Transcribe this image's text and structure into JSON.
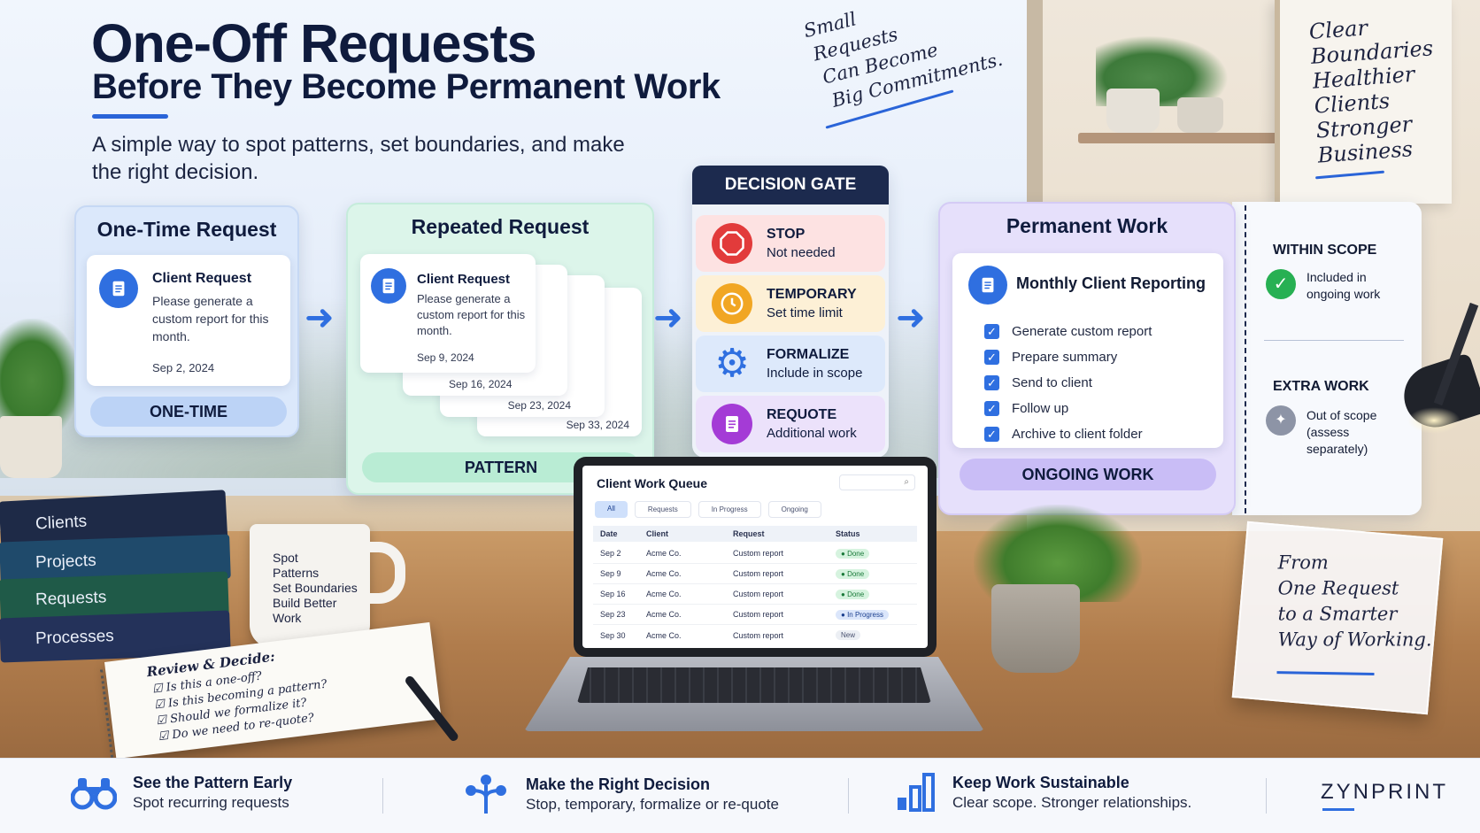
{
  "header": {
    "title": "One-Off Requests",
    "subtitle": "Before They Become Permanent Work",
    "lead": "A simple way to spot patterns, set boundaries, and make the right decision."
  },
  "notes": {
    "small_lines": [
      "Small",
      "Requests",
      "Can Become",
      "Big Commitments."
    ],
    "wall_lines": [
      "Clear",
      "Boundaries",
      "Healthier",
      "Clients",
      "Stronger",
      "Business"
    ]
  },
  "one_time": {
    "heading": "One-Time Request",
    "card_title": "Client Request",
    "card_body": "Please generate a custom report for this month.",
    "date": "Sep 2, 2024",
    "pill": "ONE-TIME"
  },
  "repeated": {
    "heading": "Repeated Request",
    "card_title": "Client Request",
    "card_body": "Please generate a custom report for this month.",
    "dates": [
      "Sep 9, 2024",
      "Sep 16, 2024",
      "Sep 23, 2024",
      "Sep 33, 2024"
    ],
    "pill": "PATTERN"
  },
  "gate": {
    "heading": "DECISION GATE",
    "options": [
      {
        "title": "STOP",
        "sub": "Not needed"
      },
      {
        "title": "TEMPORARY",
        "sub": "Set time limit"
      },
      {
        "title": "FORMALIZE",
        "sub": "Include in scope"
      },
      {
        "title": "REQUOTE",
        "sub": "Additional work"
      }
    ]
  },
  "permanent": {
    "heading": "Permanent Work",
    "card_title": "Monthly Client Reporting",
    "tasks": [
      "Generate custom report",
      "Prepare summary",
      "Send to client",
      "Follow up",
      "Archive to client folder"
    ],
    "pill": "ONGOING WORK"
  },
  "scope": {
    "within_title": "WITHIN SCOPE",
    "within_text": "Included in ongoing work",
    "extra_title": "EXTRA WORK",
    "extra_text": "Out of scope (assess separately)"
  },
  "queue": {
    "title": "Client Work Queue",
    "tabs": [
      "All",
      "Requests",
      "In Progress",
      "Ongoing"
    ],
    "columns": [
      "Date",
      "Client",
      "Request",
      "Status"
    ],
    "rows": [
      {
        "date": "Sep 2",
        "client": "Acme Co.",
        "request": "Custom report",
        "status": "Done"
      },
      {
        "date": "Sep 9",
        "client": "Acme Co.",
        "request": "Custom report",
        "status": "Done"
      },
      {
        "date": "Sep 16",
        "client": "Acme Co.",
        "request": "Custom report",
        "status": "Done"
      },
      {
        "date": "Sep 23",
        "client": "Acme Co.",
        "request": "Custom report",
        "status": "In Progress"
      },
      {
        "date": "Sep 30",
        "client": "Acme Co.",
        "request": "Custom report",
        "status": "New"
      }
    ]
  },
  "books": [
    "Clients",
    "Projects",
    "Requests",
    "Processes"
  ],
  "mug_lines": [
    "Spot",
    "Patterns",
    "Set Boundaries",
    "Build Better",
    "Work"
  ],
  "notebook": {
    "heading": "Review & Decide:",
    "items": [
      "Is this a one-off?",
      "Is this becoming a pattern?",
      "Should we formalize it?",
      "Do we need to re-quote?"
    ]
  },
  "stand_lines": [
    "From",
    "One Request",
    "to a Smarter",
    "Way of Working."
  ],
  "footer": {
    "items": [
      {
        "title": "See the Pattern Early",
        "sub": "Spot recurring requests",
        "icon": "binoculars-icon"
      },
      {
        "title": "Make the Right Decision",
        "sub": "Stop, temporary, formalize or re-quote",
        "icon": "decision-tree-icon"
      },
      {
        "title": "Keep Work Sustainable",
        "sub": "Clear scope. Stronger relationships.",
        "icon": "bar-chart-icon"
      }
    ],
    "brand": "ZYNPRINT"
  },
  "colors": {
    "accent": "#2f6fe0",
    "one_time_bg": "#dbe8fb",
    "repeated_bg": "#dcf5ea",
    "gate_dark": "#1c2a4e",
    "stop_bg": "#fde2e2",
    "temporary_bg": "#fdf0d6",
    "formalize_bg": "#dde9fb",
    "requote_bg": "#ece2fb",
    "permanent_bg": "#e6e0fb"
  }
}
